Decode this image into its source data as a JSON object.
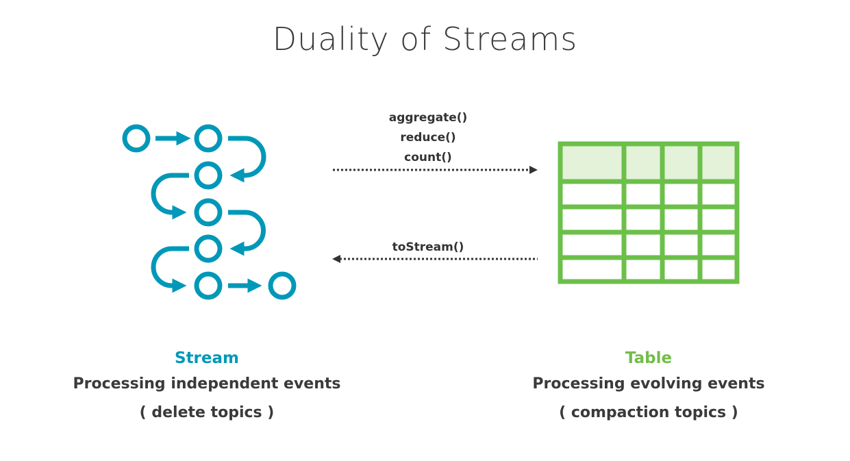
{
  "title": "Duality of Streams",
  "arrows": {
    "to_table_labels": [
      "aggregate()",
      "reduce()",
      "count()"
    ],
    "to_stream_label": "toStream()"
  },
  "stream": {
    "heading": "Stream",
    "description": "Processing independent events",
    "topics": "( delete topics )",
    "icon": "stream-icon",
    "color": "#0098b8"
  },
  "table": {
    "heading": "Table",
    "description": "Processing evolving events",
    "topics": "( compaction topics )",
    "icon": "table-icon",
    "color": "#6cc04a",
    "header_fill": "#e4f2da"
  }
}
